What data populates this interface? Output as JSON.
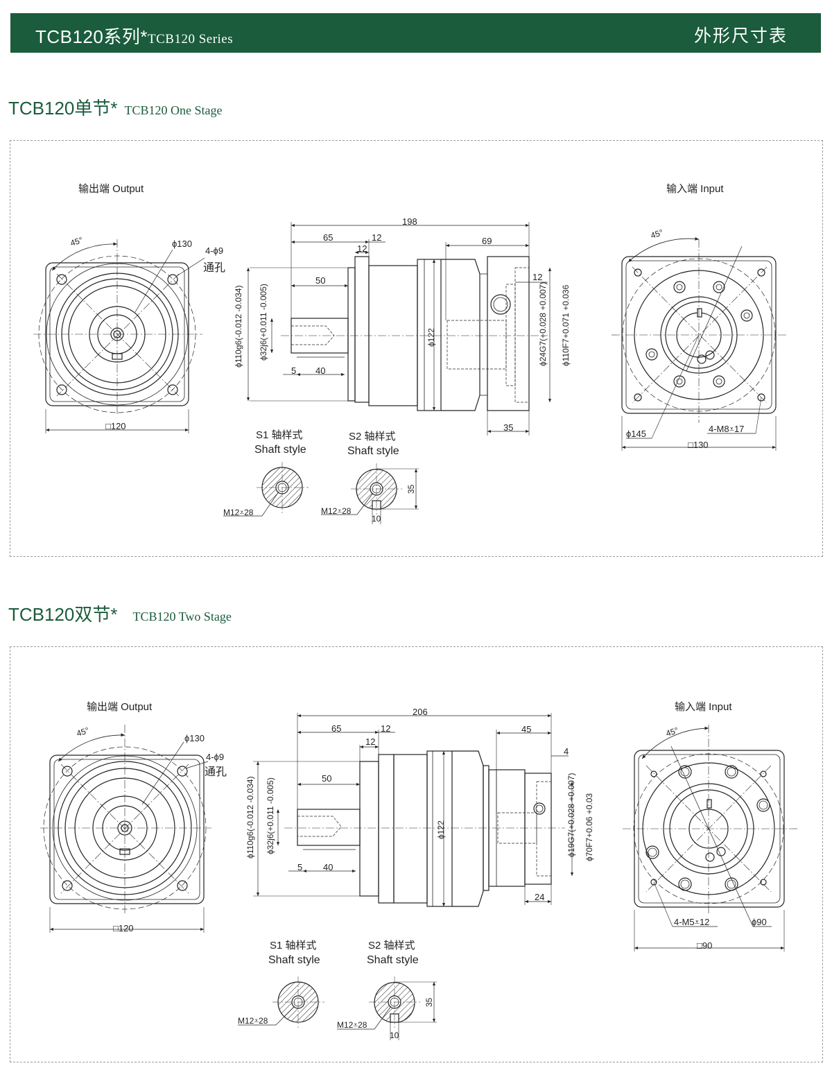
{
  "header": {
    "title_cn": "TCB120系列*",
    "title_en": "TCB120 Series",
    "right": "外形尺寸表",
    "color": "#1a5c3c"
  },
  "one_stage": {
    "title_cn": "TCB120单节*",
    "title_en": "TCB120 One Stage",
    "output_label": "输出端 Output",
    "input_label": "输入端 Input",
    "out": {
      "angle": "45°",
      "pcd": "ϕ130",
      "holes": "4-ϕ9",
      "through": "通孔",
      "square": "□120"
    },
    "side": {
      "total": "198",
      "d65": "65",
      "d12a": "12",
      "d12b": "12",
      "d69": "69",
      "d50": "50",
      "d12c": "12",
      "d5": "5",
      "d40": "40",
      "d35": "35",
      "dia110": "ϕ110g6(-0.012 -0.034)",
      "dia32": "ϕ32j6(+0.011 -0.005)",
      "dia122": "ϕ122",
      "dia24": "ϕ24G7(+0.028 +0.007)",
      "dia110f": "ϕ110F7+0.071 +0.036"
    },
    "inp": {
      "angle": "45°",
      "pcd": "ϕ145",
      "holes": "4-M8⩡17",
      "square": "□130"
    },
    "s1": {
      "title": "S1 轴样式",
      "sub": "Shaft style",
      "thread": "M12⩡28"
    },
    "s2": {
      "title": "S2 轴样式",
      "sub": "Shaft style",
      "thread": "M12⩡28",
      "h": "35",
      "w": "10"
    }
  },
  "two_stage": {
    "title_cn": "TCB120双节*",
    "title_en": "TCB120 Two Stage",
    "output_label": "输出端 Output",
    "input_label": "输入端 Input",
    "out": {
      "angle": "45°",
      "pcd": "ϕ130",
      "holes": "4-ϕ9",
      "through": "通孔",
      "square": "□120"
    },
    "side": {
      "total": "206",
      "d65": "65",
      "d12a": "12",
      "d12b": "12",
      "d45": "45",
      "d4": "4",
      "d50": "50",
      "d5": "5",
      "d40": "40",
      "d24": "24",
      "dia110": "ϕ110g6(-0.012 -0.034)",
      "dia32": "ϕ32j6(+0.011 -0.005)",
      "dia122": "ϕ122",
      "dia19": "ϕ19G7(+0.028 +0.007)",
      "dia70": "ϕ70F7+0.06 +0.03"
    },
    "inp": {
      "angle": "45°",
      "pcd": "ϕ90",
      "holes": "4-M5⩡12",
      "square": "□90"
    },
    "s1": {
      "title": "S1 轴样式",
      "sub": "Shaft style",
      "thread": "M12⩡28"
    },
    "s2": {
      "title": "S2 轴样式",
      "sub": "Shaft style",
      "thread": "M12⩡28",
      "h": "35",
      "w": "10"
    }
  }
}
